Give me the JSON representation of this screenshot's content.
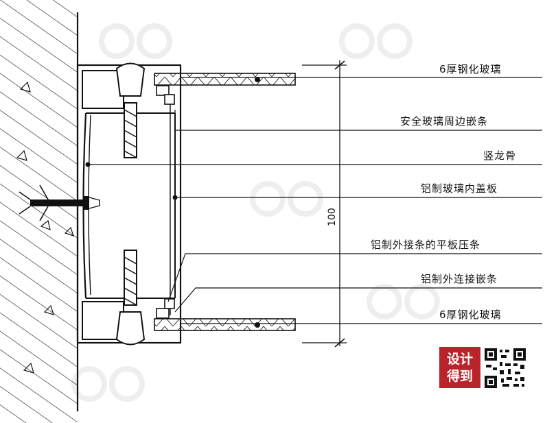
{
  "labels": {
    "glass_top": "6厚钢化玻璃",
    "safety_strip": "安全玻璃周边嵌条",
    "mullion": "竖龙骨",
    "inner_cover": "铝制玻璃内盖板",
    "flat_strip": "铝制外接条的平板压条",
    "outer_strip": "铝制外连接嵌条",
    "glass_bottom": "6厚钢化玻璃"
  },
  "dimension": "100",
  "logo": {
    "line1": "设计",
    "line2": "得到"
  },
  "colors": {
    "ink": "#111111",
    "logo_bg": "#b8242a",
    "paper": "#ffffff"
  }
}
